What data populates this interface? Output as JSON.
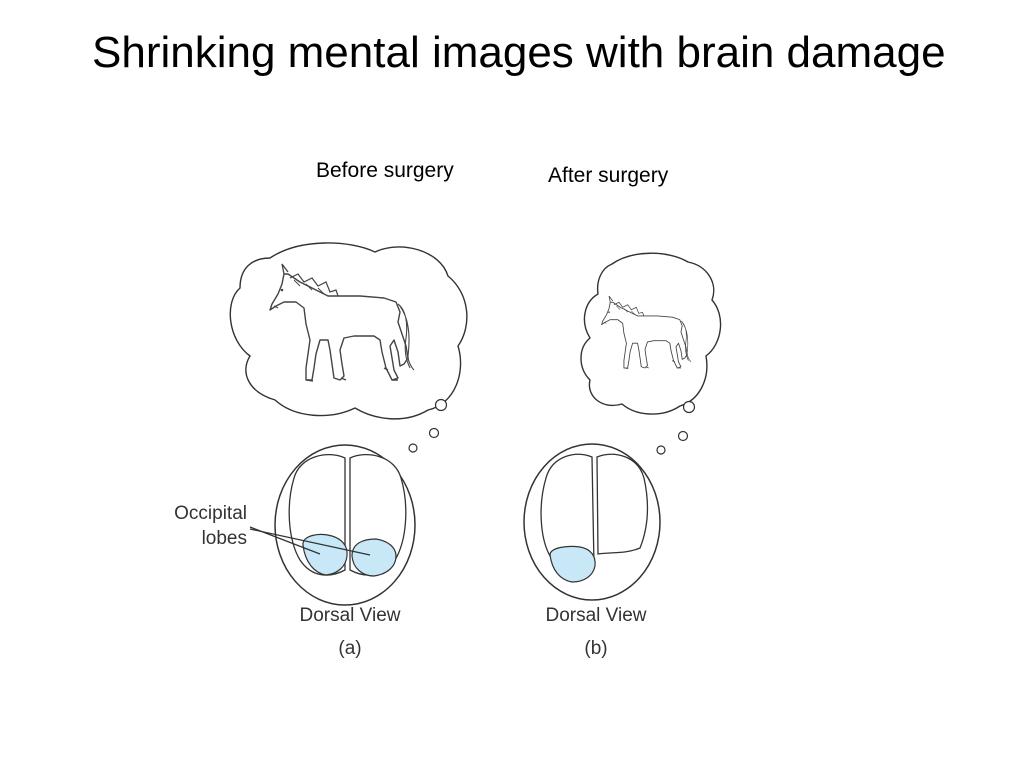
{
  "slide": {
    "title": "Shrinking mental images with brain damage"
  },
  "panels": {
    "before": {
      "caption": "Before surgery",
      "view_label": "Dorsal View",
      "panel_label": "(a)"
    },
    "after": {
      "caption": "After surgery",
      "view_label": "Dorsal View",
      "panel_label": "(b)"
    }
  },
  "annotations": {
    "occipital_line1": "Occipital",
    "occipital_line2": "lobes"
  },
  "colors": {
    "lobe_fill": "#c8e8f8",
    "outline": "#333333"
  }
}
